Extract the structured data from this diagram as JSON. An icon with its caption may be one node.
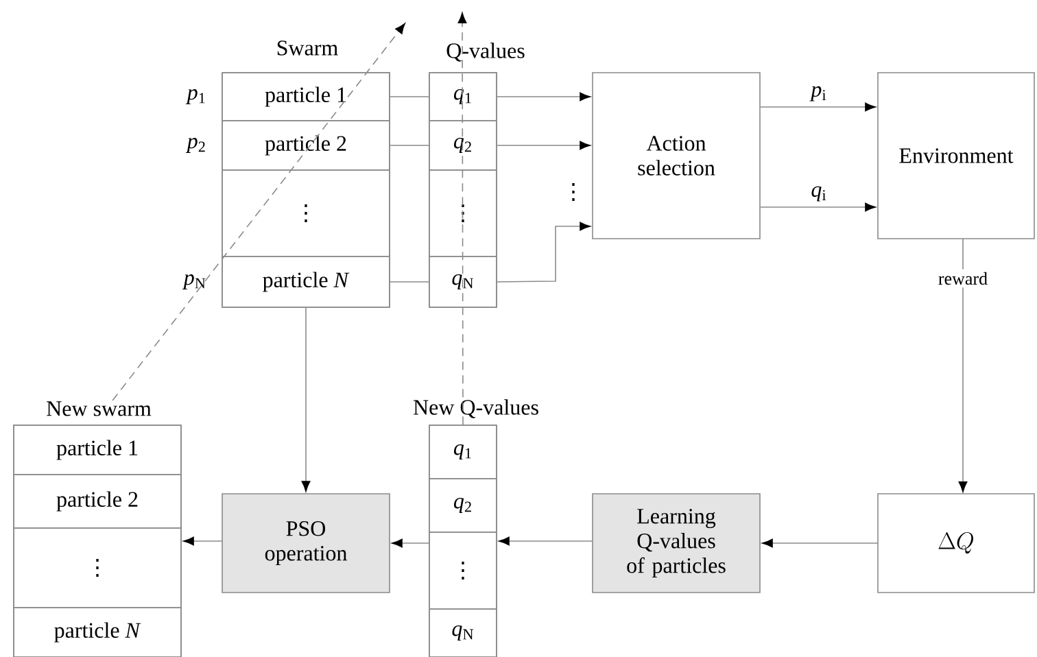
{
  "diagram": {
    "nodes": [
      {
        "text": [
          "Swarm"
        ]
      },
      {
        "text": [
          "particle 1"
        ],
        "in": 0,
        "beside": [
          "*p*$_{1}$"
        ]
      },
      {
        "text": [
          "particle 2"
        ],
        "in": 0,
        "beside": [
          "*p*$_{2}$"
        ]
      },
      {
        "text": [
          "⋮"
        ],
        "in": 0
      },
      {
        "text": [
          "particle *N*"
        ],
        "in": 0,
        "beside": [
          "*p*$_{N}$"
        ]
      },
      {
        "text": [
          "Q-values"
        ]
      },
      {
        "text": [
          "*q*$_{1}$"
        ],
        "in": 5
      },
      {
        "text": [
          "*q*$_{2}$"
        ],
        "in": 5
      },
      {
        "text": [
          "⋮"
        ],
        "in": 5
      },
      {
        "text": [
          "*q*$_{N}$"
        ],
        "in": 5
      },
      {
        "text": [
          "Action selection"
        ]
      },
      {
        "text": [
          "Environment"
        ]
      },
      {
        "text": [
          "\\Delta Q"
        ]
      },
      {
        "text": [
          "Learning Q-values of particles"
        ]
      },
      {
        "text": [
          "New Q-values"
        ]
      },
      {
        "text": [
          "*q*$_{1}$"
        ],
        "in": 14
      },
      {
        "text": [
          "*q*$_{2}$"
        ],
        "in": 14
      },
      {
        "text": [
          "⋮"
        ],
        "in": 14
      },
      {
        "text": [
          "*q*$_{N}$"
        ],
        "in": 14
      },
      {
        "text": [
          "PSO operation"
        ]
      },
      {
        "text": [
          "New swarm"
        ]
      },
      {
        "text": [
          "particle 1"
        ],
        "in": 20
      },
      {
        "text": [
          "particle 2"
        ],
        "in": 20
      },
      {
        "text": [
          "⋮"
        ],
        "in": 20
      },
      {
        "text": [
          "particle *N*"
        ],
        "in": 20
      }
    ],
    "edges": [
      {
        "from": 1,
        "to": 6,
        "arrow": "none"
      },
      {
        "from": 2,
        "to": 7,
        "arrow": "none"
      },
      {
        "from": 4,
        "to": 9,
        "arrow": "none"
      },
      {
        "from": 6,
        "to": 10,
        "arrow": "to"
      },
      {
        "from": 7,
        "to": 10,
        "arrow": "to"
      },
      {
        "from": 9,
        "to": 10,
        "arrow": "to"
      },
      {
        "from": 10,
        "to": 11,
        "arrow": "to",
        "label": "*p*$_{i}$"
      },
      {
        "from": 10,
        "to": 11,
        "arrow": "to",
        "label": "*q*$_{i}$"
      },
      {
        "from": 11,
        "to": 12,
        "arrow": "to",
        "label": "reward"
      },
      {
        "from": 12,
        "to": 13,
        "arrow": "to"
      },
      {
        "from": 13,
        "to": 14,
        "arrow": "to"
      },
      {
        "from": 14,
        "to": 19,
        "arrow": "to"
      },
      {
        "from": 0,
        "to": 19,
        "arrow": "to"
      },
      {
        "from": 19,
        "to": 20,
        "arrow": "to"
      },
      {
        "from": 20,
        "to": null,
        "arrow": "to",
        "style": "dashed"
      },
      {
        "from": 14,
        "to": null,
        "arrow": "to",
        "style": "dashed"
      }
    ],
    "labels": [
      "⋮"
    ]
  }
}
